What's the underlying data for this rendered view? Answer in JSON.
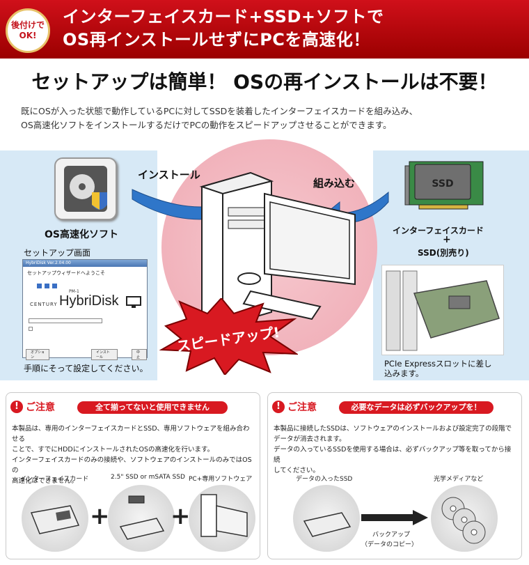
{
  "banner": {
    "badge_line1": "後付けで",
    "badge_line2": "OK!",
    "title_line1": "インターフェイスカード+SSD+ソフトで",
    "title_line2": "OS再インストールせずにPCを高速化！"
  },
  "headline": "セットアップは簡単！ OSの再インストールは不要！",
  "intro_line1": "既にOSが入った状態で動作しているPCに対してSSDを装着したインターフェイスカードを組み込み、",
  "intro_line2": "OS高速化ソフトをインストールするだけでPCの動作をスピードアップさせることができます。",
  "middle": {
    "install_label": "インストール",
    "kumikomu_label": "組み込む",
    "software_label": "OS高速化ソフト",
    "setup_screen_label": "セットアップ画面",
    "setup_caption": "手順にそって設定してください。",
    "screen_title": "HybriDisk Ver.2.04.00",
    "screen_welcome": "セットアップウィザードへようこそ",
    "screen_brand_small": "PM-1",
    "screen_brand": "HybriDisk",
    "screen_century": "CENTURY",
    "screen_btn_option": "オプション",
    "screen_btn_install": "インストール",
    "screen_btn_cancel": "中止",
    "speed_label": "スピードアップ!",
    "card_label": "インターフェイスカード",
    "card_plus": "+",
    "ssd_label": "SSD(別売り)",
    "ssd_chip": "SSD",
    "pcie_caption_line1": "PCIe Expressスロットに差し",
    "pcie_caption_line2": "込みます。"
  },
  "caution_left": {
    "chu": "ご注意",
    "pill": "全て揃ってないと使用できません",
    "body_line1": "本製品は、専用のインターフェイスカードとSSD、専用ソフトウェアを組み合わせる",
    "body_line2": "ことで、すでにHDDにインストールされたOSの高速化を行います。",
    "body_line3": "インターフェイスカードのみの接続や、ソフトウェアのインストールのみではOSの",
    "body_line4": "高速化はできません。",
    "item1": "インターフェイスカード",
    "item2": "2.5\" SSD or mSATA SSD",
    "item3": "PC+専用ソフトウェア",
    "plus": "+"
  },
  "caution_right": {
    "chu": "ご注意",
    "pill": "必要なデータは必ずバックアップを！",
    "body_line1": "本製品に接続したSSDは、ソフトウェアのインストールおよび設定完了の段階で",
    "body_line2": "データが消去されます。",
    "body_line3": "データの入っているSSDを使用する場合は、必ずバックアップ等を取ってから接続",
    "body_line4": "してください。",
    "item1": "データの入ったSSD",
    "item2": "光学メディアなど",
    "backup_line1": "バックアップ",
    "backup_line2": "（データのコピー）"
  },
  "colors": {
    "brand_red": "#c4121b",
    "panel_blue": "#d7e9f6",
    "arrow_blue": "#2f76c9",
    "pink": "#efa9b3"
  }
}
